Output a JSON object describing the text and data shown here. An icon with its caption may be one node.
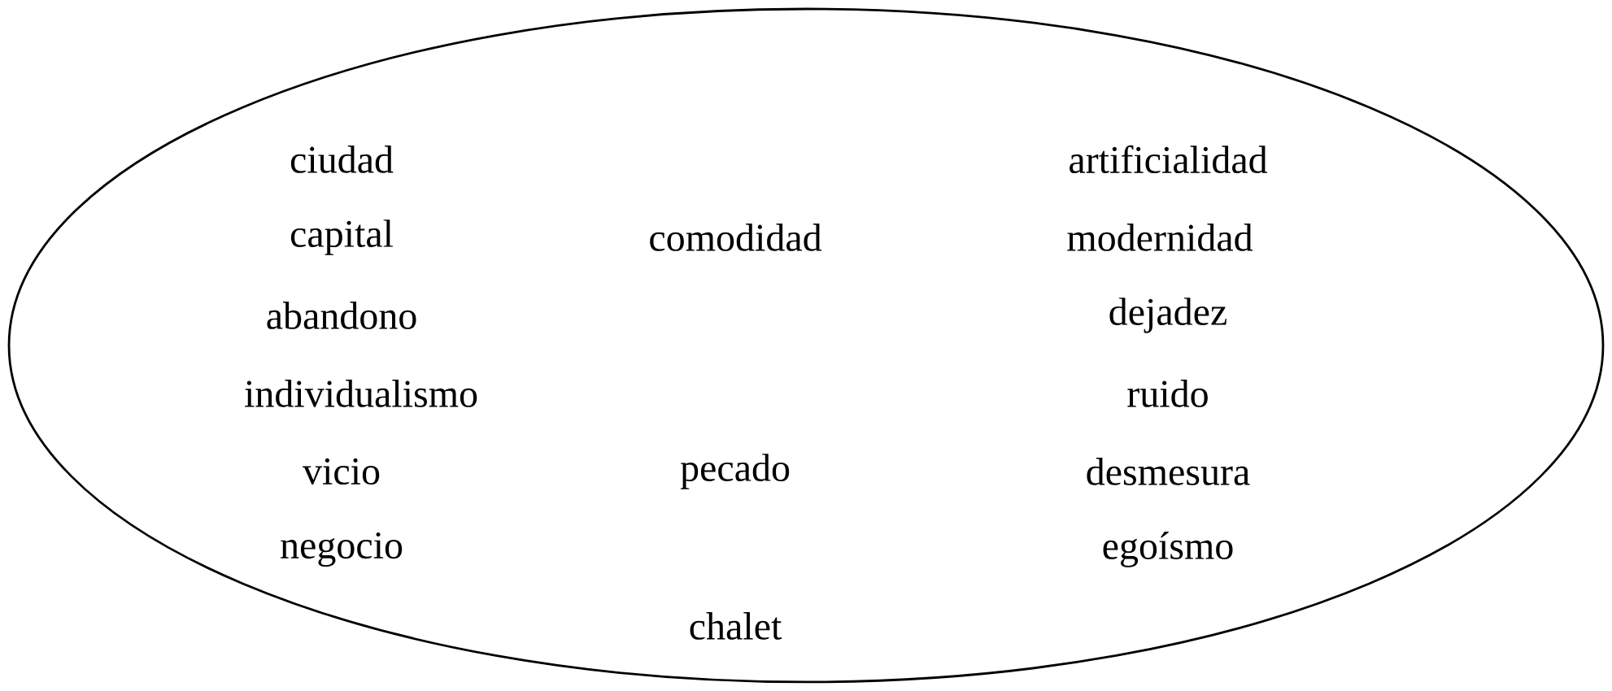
{
  "diagram": {
    "nodes": [
      {
        "text": [
          "ciudad",
          "artificialidad",
          "capital",
          "comodidad",
          "modernidad",
          "abandono",
          "dejadez",
          "individualismo",
          "ruido",
          "vicio",
          "pecado",
          "desmesura",
          "negocio",
          "egoísmo",
          "chalet"
        ]
      }
    ]
  }
}
